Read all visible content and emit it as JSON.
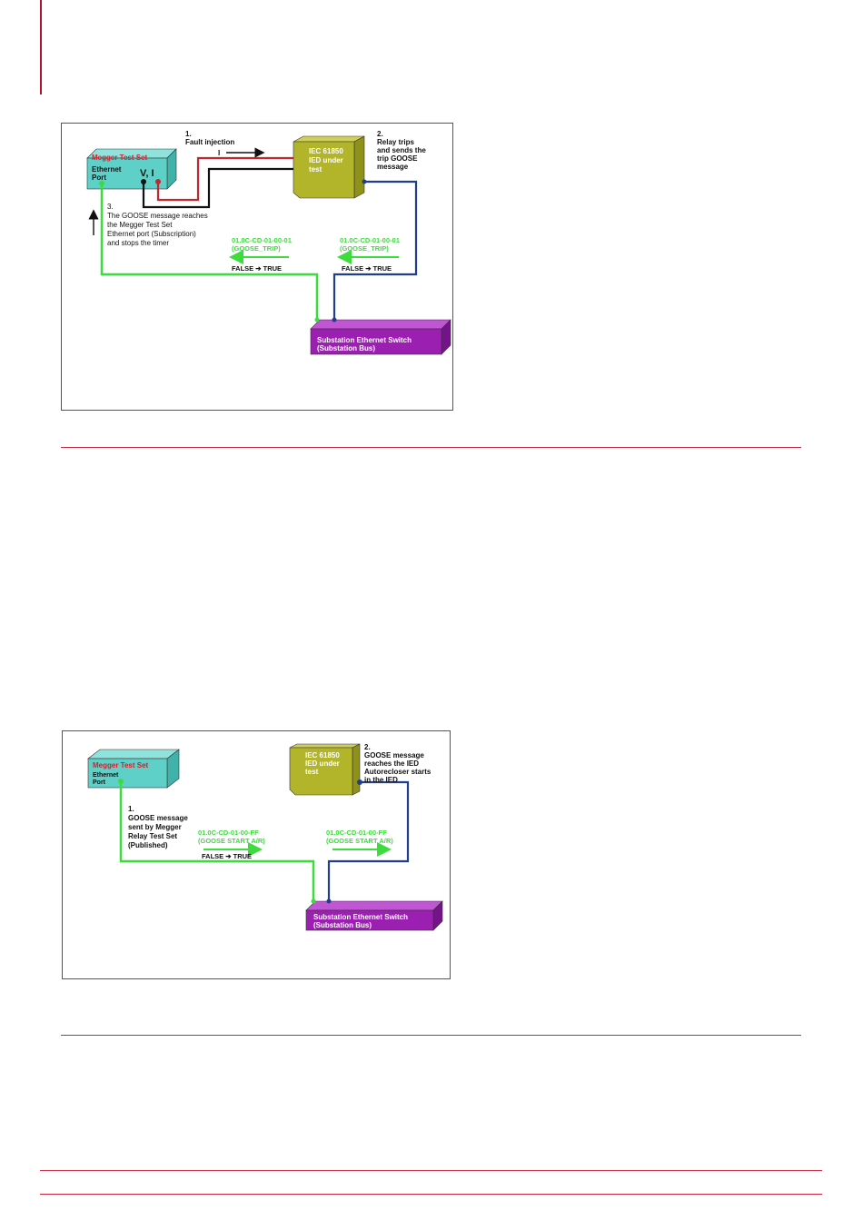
{
  "page": {
    "accent_color": "#c8283a"
  },
  "diagram1": {
    "megger_box": {
      "title": "Megger Test Set",
      "line1": "Ethernet",
      "line2": "Port",
      "vi_label": "V, I"
    },
    "ied_box": {
      "line1": "IEC 61850",
      "line2": "IED under",
      "line3": "test"
    },
    "step1": {
      "number": "1.",
      "text": "Fault injection",
      "current_label": "I"
    },
    "step2": {
      "number": "2.",
      "line1": "Relay trips",
      "line2": "and sends the",
      "line3": "trip GOOSE",
      "line4": "message"
    },
    "step3": {
      "number": "3.",
      "line1": "The GOOSE message reaches",
      "line2": "the Megger Test Set",
      "line3": "Ethernet port (Subscription)",
      "line4": "and stops the timer"
    },
    "goose_left": {
      "address": "01.0C-CD-01-00-01",
      "name": "(GOOSE_TRIP)",
      "transition": "FALSE ➔ TRUE"
    },
    "goose_right": {
      "address": "01.0C-CD-01-00-01",
      "name": "(GOOSE_TRIP)",
      "transition": "FALSE ➔ TRUE"
    },
    "switch_box": {
      "line1": "Substation Ethernet Switch",
      "line2": "(Substation Bus)"
    }
  },
  "diagram2": {
    "megger_box": {
      "title": "Megger Test Set",
      "line1": "Ethernet",
      "line2": "Port"
    },
    "ied_box": {
      "line1": "IEC 61850",
      "line2": "IED under",
      "line3": "test"
    },
    "step1": {
      "number": "1.",
      "line1": "GOOSE message",
      "line2": "sent by Megger",
      "line3": "Relay Test Set",
      "line4": "(Published)"
    },
    "step2": {
      "number": "2.",
      "line1": "GOOSE message",
      "line2": "reaches the IED",
      "line3": "Autorecloser starts",
      "line4": "in the IED"
    },
    "goose_left": {
      "address": "01.0C-CD-01-00-FF",
      "name": "(GOOSE START A/R)",
      "transition": "FALSE ➔ TRUE"
    },
    "goose_right": {
      "address": "01.0C-CD-01-00-FF",
      "name": "(GOOSE START A/R)"
    },
    "switch_box": {
      "line1": "Substation Ethernet Switch",
      "line2": "(Substation Bus)"
    }
  },
  "colors": {
    "megger_front": "#5fd0c8",
    "megger_top": "#8fe3dc",
    "megger_side": "#3fb2aa",
    "ied_front": "#b2b42a",
    "ied_top": "#cfd05a",
    "ied_side": "#8f9118",
    "switch_front": "#9b1fb0",
    "switch_top": "#c056d4",
    "switch_side": "#74138a",
    "goose_green": "#3ddc3d",
    "link_blue": "#1f3e8c",
    "wire_red": "#c1272d",
    "wire_black": "#111111",
    "megger_title_red": "#d21f2a"
  }
}
